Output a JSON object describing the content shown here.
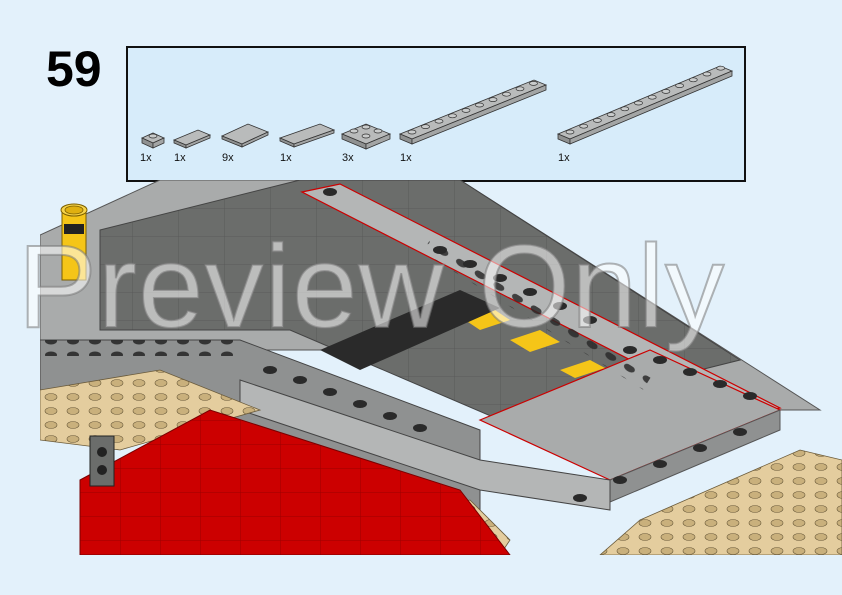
{
  "step": {
    "number": "59"
  },
  "parts": [
    {
      "icon": "plate-1x1-icon",
      "qty": "1x"
    },
    {
      "icon": "tile-1x2-icon",
      "qty": "1x"
    },
    {
      "icon": "tile-2x2-icon",
      "qty": "9x"
    },
    {
      "icon": "tile-1x4-icon",
      "qty": "1x"
    },
    {
      "icon": "plate-2x2-icon",
      "qty": "3x"
    },
    {
      "icon": "plate-1x10-icon",
      "qty": "1x"
    },
    {
      "icon": "plate-1x12-icon",
      "qty": "1x"
    }
  ],
  "watermark": {
    "text": "Preview Only"
  },
  "colors": {
    "background": "#e3f1fb",
    "parts_box": "#d7ecfa",
    "light_gray": "#a9abab",
    "dark_gray": "#6b6d6b",
    "red": "#cc0000",
    "tan": "#e4cd9e",
    "yellow": "#f5c518"
  }
}
